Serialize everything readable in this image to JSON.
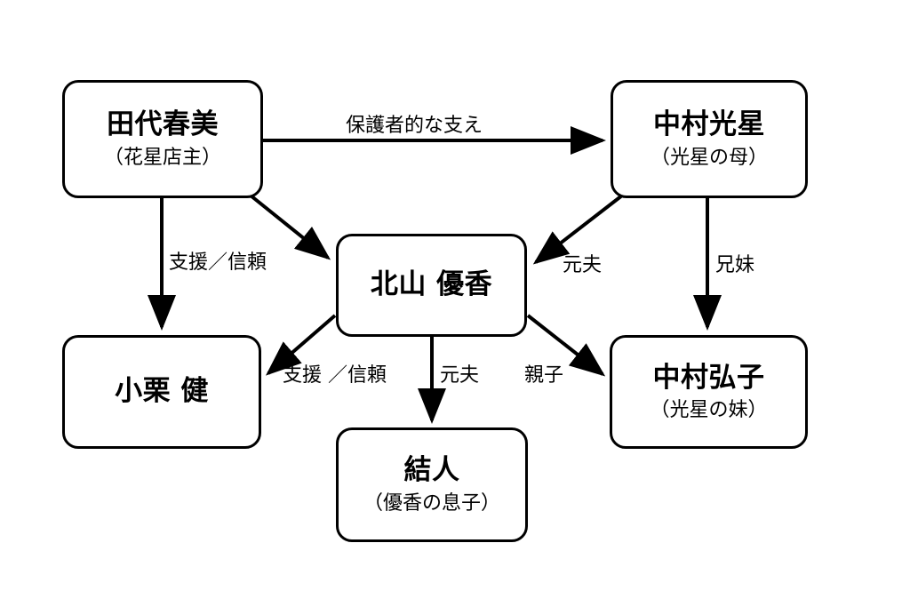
{
  "diagram": {
    "type": "relationship-chart",
    "background_color": "#ffffff",
    "stroke_color": "#000000",
    "nodes": [
      {
        "id": "tashiro",
        "title": "田代春美",
        "subtitle": "（花星店主）"
      },
      {
        "id": "nakamura_kosei",
        "title": "中村光星",
        "subtitle": "（光星の母）"
      },
      {
        "id": "kitayama",
        "title": "北山 優香",
        "subtitle": ""
      },
      {
        "id": "oguri",
        "title": "小栗 健",
        "subtitle": ""
      },
      {
        "id": "nakamura_hiroko",
        "title": "中村弘子",
        "subtitle": "（光星の妹）"
      },
      {
        "id": "yuito",
        "title": "結人",
        "subtitle": "（優香の息子）"
      }
    ],
    "edges": [
      {
        "id": "tashiro_to_kosei",
        "from": "tashiro",
        "to": "nakamura_kosei",
        "label": "保護者的な支え",
        "style": "horizontal-arrow"
      },
      {
        "id": "tashiro_to_oguri",
        "from": "tashiro",
        "to": "oguri",
        "label": "支援／信頼",
        "style": "vertical-arrow"
      },
      {
        "id": "tashiro_to_kitayama",
        "from": "tashiro",
        "to": "kitayama",
        "label": "",
        "style": "diagonal-arrow"
      },
      {
        "id": "kosei_to_kitayama",
        "from": "nakamura_kosei",
        "to": "kitayama",
        "label": "元夫",
        "style": "diagonal-arrow"
      },
      {
        "id": "kosei_to_hiroko",
        "from": "nakamura_kosei",
        "to": "nakamura_hiroko",
        "label": "兄妹",
        "style": "vertical-arrow"
      },
      {
        "id": "kitayama_to_oguri",
        "from": "kitayama",
        "to": "oguri",
        "label": "支援 ／信頼",
        "style": "diagonal-arrow"
      },
      {
        "id": "kitayama_to_yuito",
        "from": "kitayama",
        "to": "yuito",
        "label": "元夫",
        "style": "vertical-arrow"
      },
      {
        "id": "kitayama_to_hiroko",
        "from": "kitayama",
        "to": "nakamura_hiroko",
        "label": "親子",
        "style": "diagonal-arrow"
      }
    ]
  }
}
